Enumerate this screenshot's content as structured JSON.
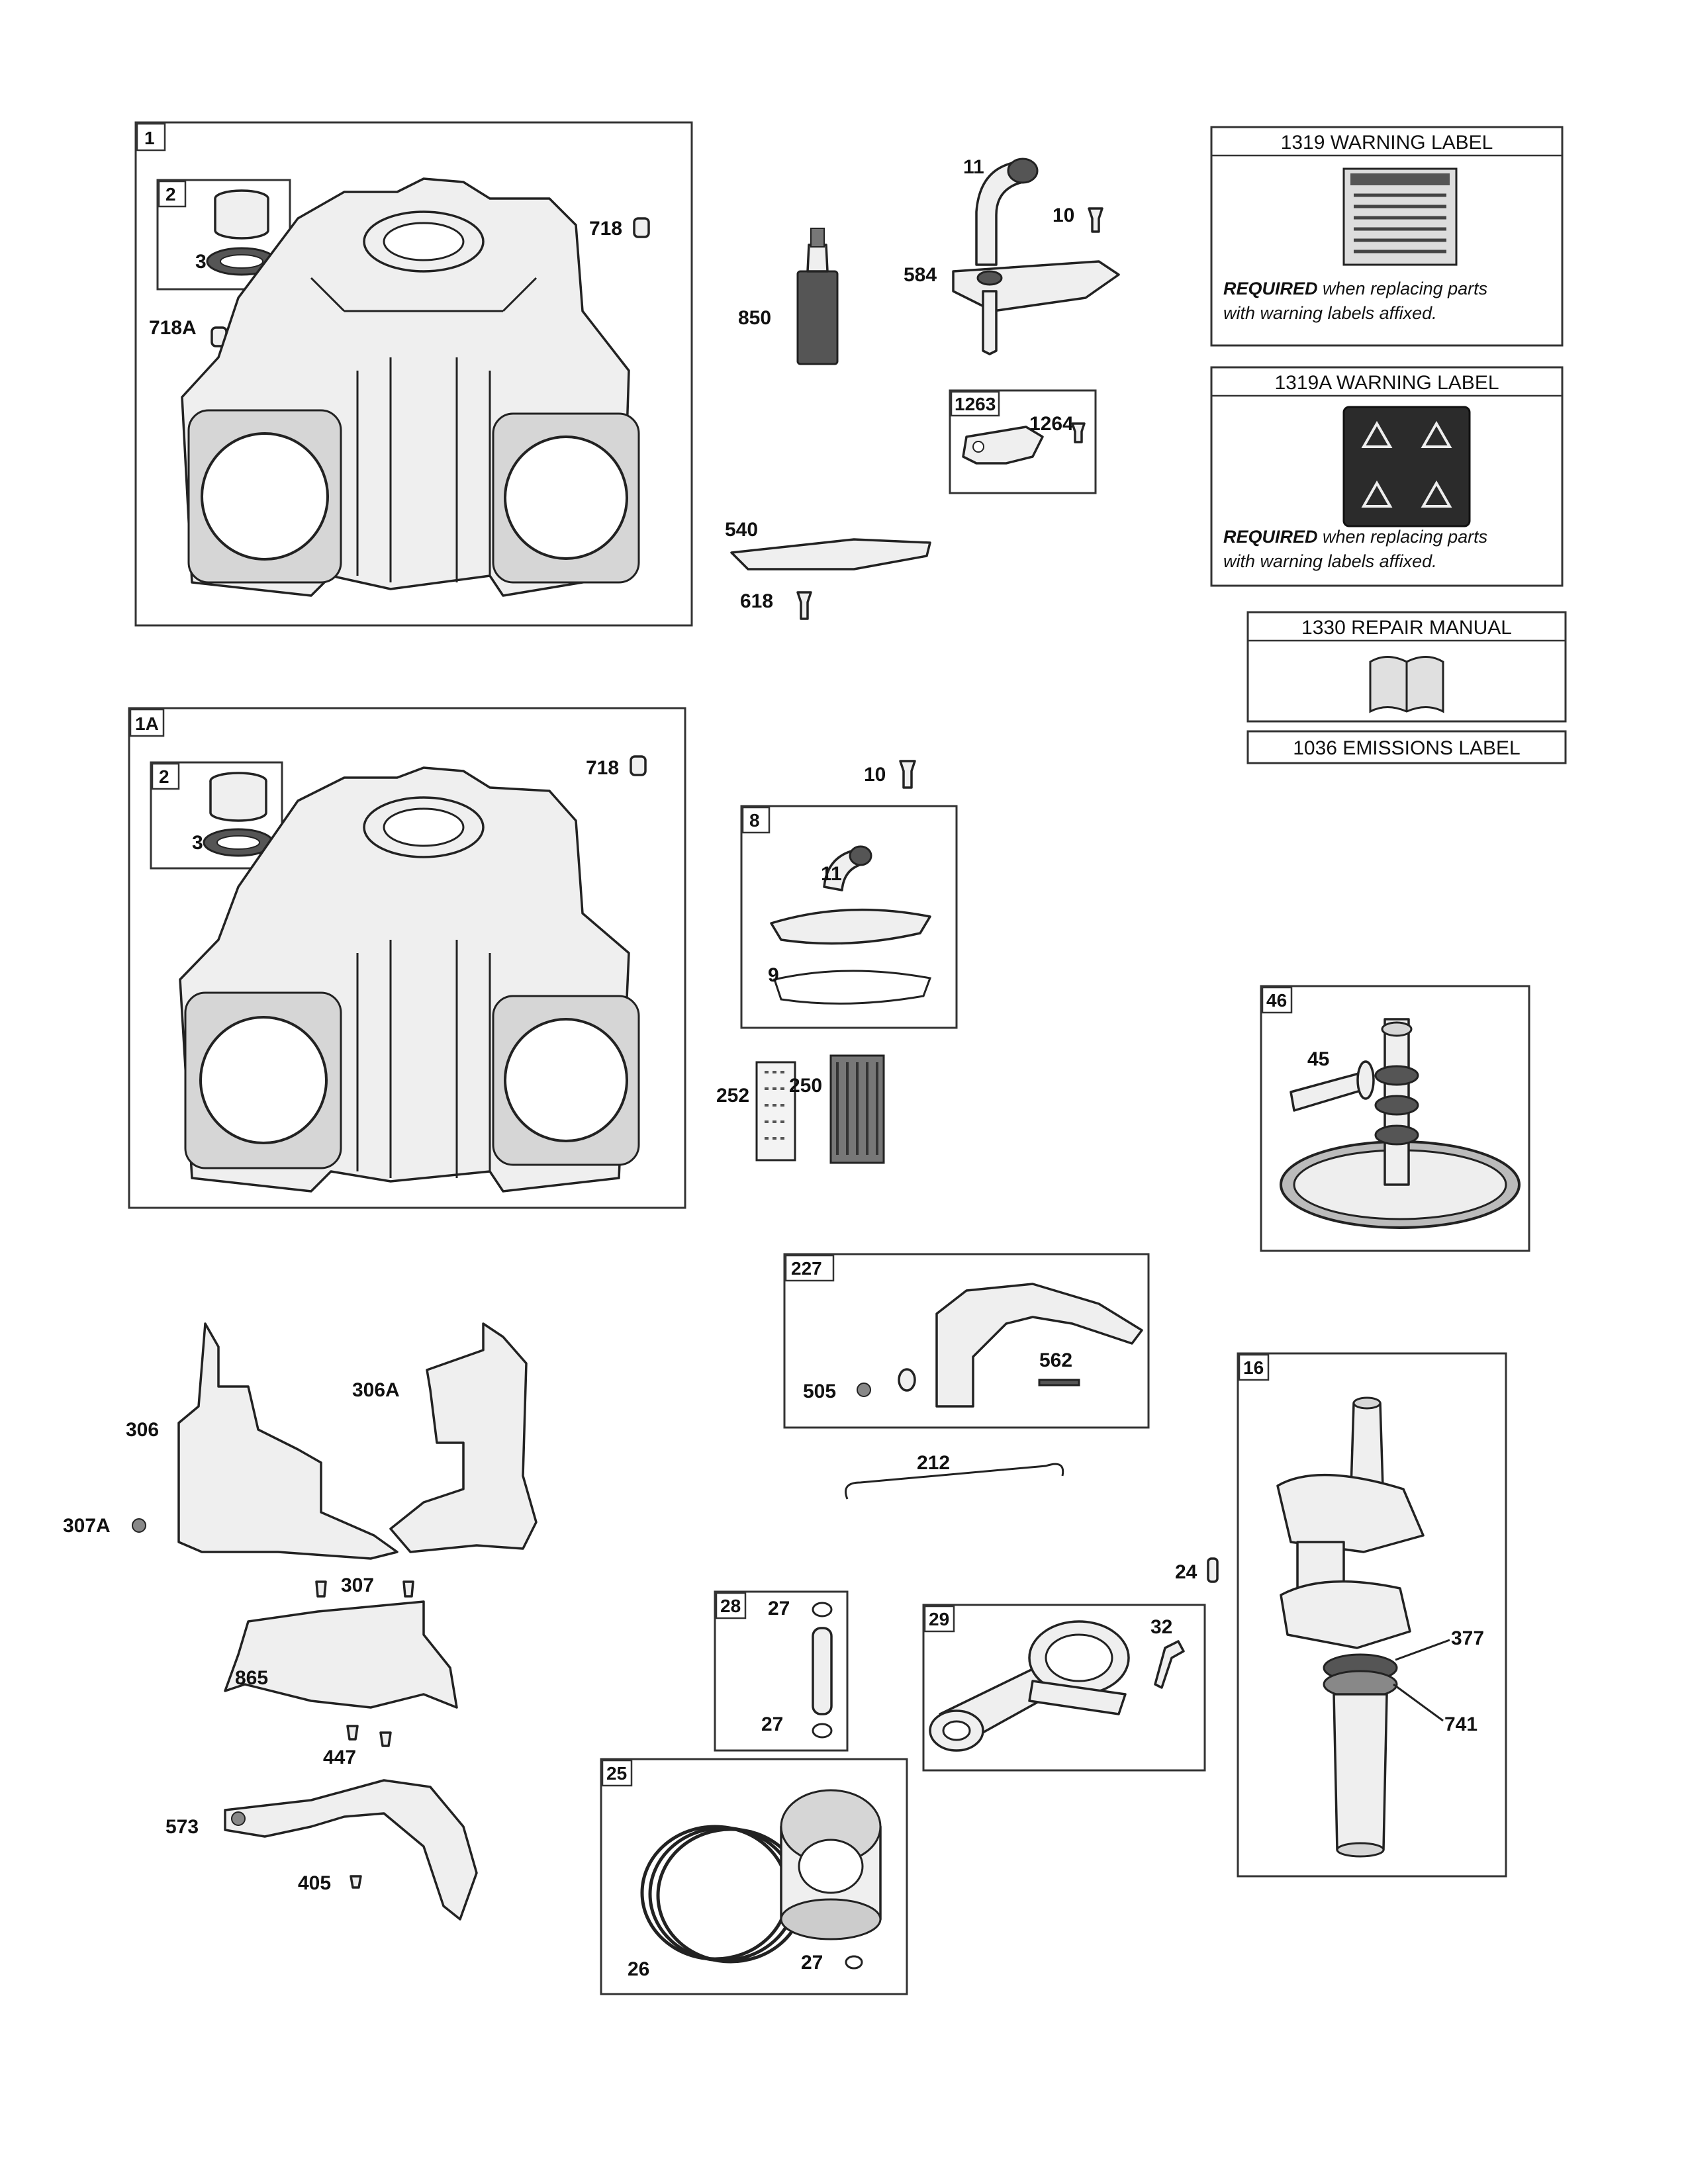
{
  "groups": {
    "g1": "1",
    "g1a": "1A",
    "g2a": "2",
    "g2b": "2",
    "g8": "8",
    "g46": "46",
    "g227": "227",
    "g16": "16",
    "g28": "28",
    "g29": "29",
    "g25": "25",
    "g1263": "1263"
  },
  "callouts": {
    "c3a": "3",
    "c3b": "3",
    "c718a": "718",
    "c718b": "718",
    "c718A": "718A",
    "c11a": "11",
    "c10a": "10",
    "c584": "584",
    "c850": "850",
    "c1264": "1264",
    "c540": "540",
    "c618": "618",
    "c10b": "10",
    "c11b": "11",
    "c9": "9",
    "c252": "252",
    "c250": "250",
    "c45": "45",
    "c505": "505",
    "c562": "562",
    "c212": "212",
    "c306": "306",
    "c306A": "306A",
    "c307A": "307A",
    "c307": "307",
    "c865": "865",
    "c447": "447",
    "c573": "573",
    "c405": "405",
    "c24": "24",
    "c27a": "27",
    "c27b": "27",
    "c27c": "27",
    "c32": "32",
    "c377": "377",
    "c741": "741",
    "c26": "26"
  },
  "labels": {
    "warning1": {
      "title": "1319 WARNING LABEL",
      "required": "REQUIRED",
      "rest1": " when replacing parts",
      "rest2": "with warning labels affixed."
    },
    "warning2": {
      "title": "1319A WARNING LABEL",
      "required": "REQUIRED",
      "rest1": " when replacing parts",
      "rest2": "with warning labels affixed."
    },
    "manual": "1330 REPAIR MANUAL",
    "emissions": "1036 EMISSIONS LABEL"
  }
}
